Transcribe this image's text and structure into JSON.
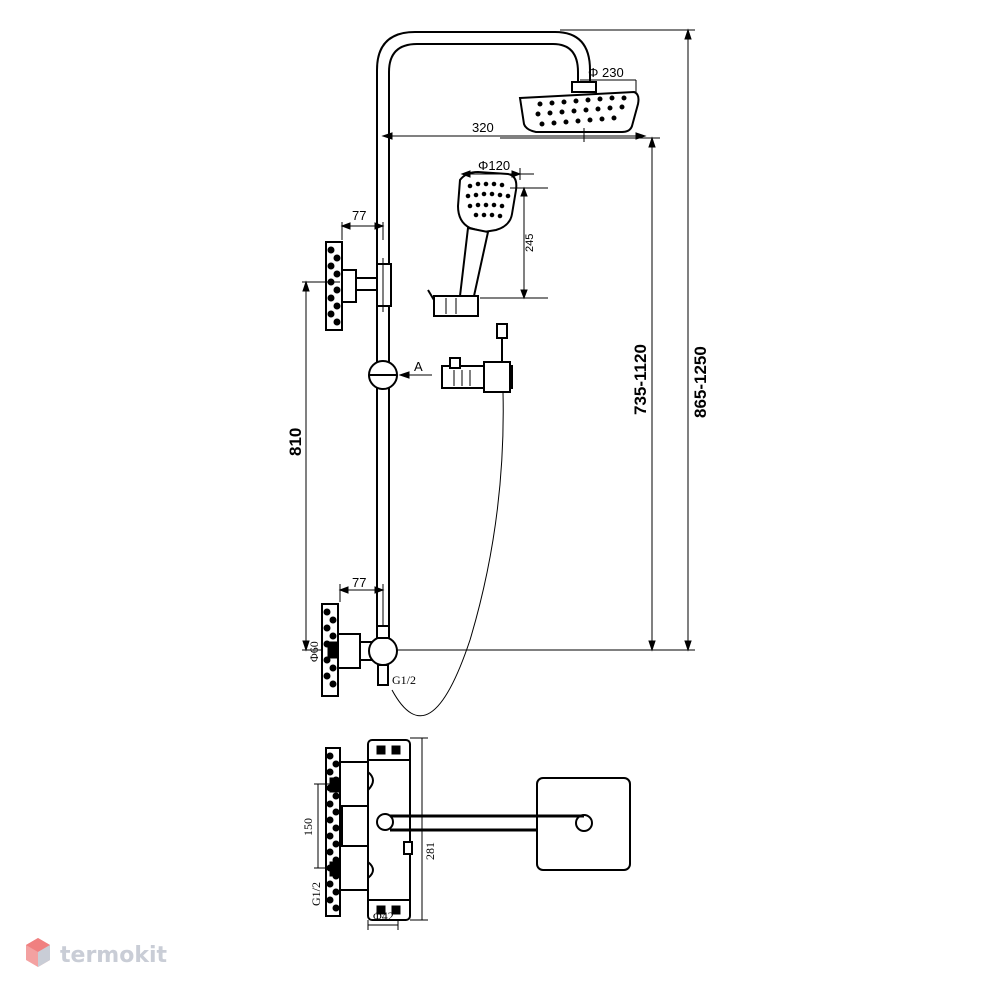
{
  "dimensions": {
    "head_diameter": "Φ 230",
    "arm_length": "320",
    "hand_diameter": "Φ120",
    "hand_length": "245",
    "upper_offset": "77",
    "lower_offset": "77",
    "view_label": "A",
    "bracket_spacing": "810",
    "range_short": "735-1120",
    "range_total": "865-1250",
    "outlet_diameter": "Φ60",
    "thread_main": "G1/2",
    "inlet_spacing": "150",
    "mixer_height": "281",
    "thread_bottom": "G1/2",
    "bar_diameter": "Φ42"
  },
  "logo": {
    "text": "termokit",
    "color": "#c9cdd6",
    "accent": "#f08080"
  }
}
